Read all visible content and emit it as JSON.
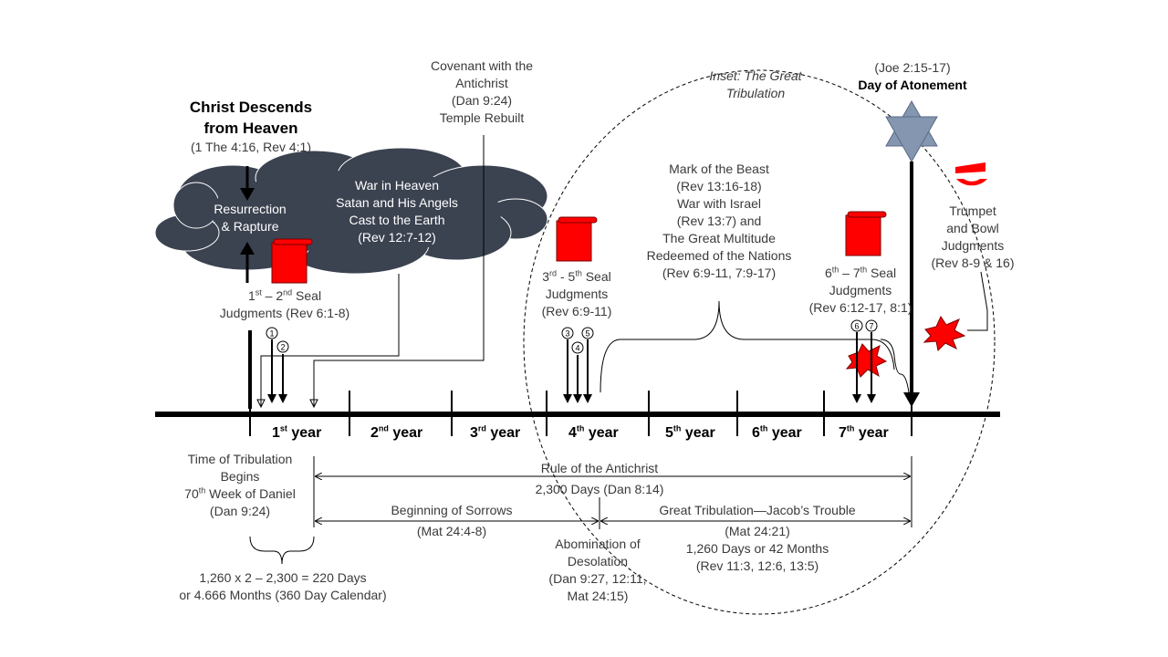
{
  "heading": {
    "christ_descends": "Christ Descends",
    "from_heaven": "from Heaven",
    "ref": "(1 The 4:16, Rev 4:1)"
  },
  "cloud": {
    "rapture_1": "Resurrection",
    "rapture_2": "& Rapture",
    "war_1": "War in Heaven",
    "war_2": "Satan and His Angels",
    "war_3": "Cast to the Earth",
    "war_4": "(Rev 12:7-12)"
  },
  "covenant": [
    "Covenant with the",
    "Antichrist",
    "(Dan 9:24)",
    "Temple Rebuilt"
  ],
  "inset": [
    "Inset: The Great",
    "Tribulation"
  ],
  "atonement": {
    "ref": "(Joe 2:15-17)",
    "title": "Day of Atonement"
  },
  "mark": [
    "Mark of the Beast",
    "(Rev 13:16-18)",
    "War with Israel",
    "(Rev 13:7) and",
    "The Great Multitude",
    "Redeemed of the Nations",
    "(Rev 6:9-11, 7:9-17)"
  ],
  "trumpet": [
    "Trumpet",
    "and Bowl",
    "Judgments",
    "(Rev 8-9 & 16)"
  ],
  "seal_1_2": {
    "n1": "1",
    "s1": "st",
    "dash": " – ",
    "n2": "2",
    "s2": "nd",
    "rest": " Seal",
    "line2": "Judgments (Rev 6:1-8)"
  },
  "seal_3_5": {
    "n1": "3",
    "s1": "rd",
    "dash": " - ",
    "n2": "5",
    "s2": "th",
    "rest": " Seal",
    "line2": "Judgments",
    "line3": "(Rev 6:9-11)"
  },
  "seal_6_7": {
    "n1": "6",
    "s1": "th",
    "dash": " – ",
    "n2": "7",
    "s2": "th",
    "rest": " Seal",
    "line2": "Judgments",
    "line3": "(Rev 6:12-17, 8:1)"
  },
  "seal_numbers": [
    "1",
    "2",
    "3",
    "4",
    "5",
    "6",
    "7"
  ],
  "years": [
    {
      "num": "1",
      "sup": "st",
      "word": " year"
    },
    {
      "num": "2",
      "sup": "nd",
      "word": " year"
    },
    {
      "num": "3",
      "sup": "rd",
      "word": " year"
    },
    {
      "num": "4",
      "sup": "th",
      "word": " year"
    },
    {
      "num": "5",
      "sup": "th",
      "word": " year"
    },
    {
      "num": "6",
      "sup": "th",
      "word": " year"
    },
    {
      "num": "7",
      "sup": "th",
      "word": " year"
    }
  ],
  "tribulation_begins": {
    "l1": "Time of Tribulation",
    "l2": "Begins",
    "l3a": "70",
    "l3s": "th",
    "l3b": " Week of Daniel",
    "l4": "(Dan 9:24)"
  },
  "rule": {
    "l1": "Rule of the Antichrist",
    "l2": "2,300 Days (Dan 8:14)"
  },
  "sorrows": {
    "l1": "Beginning of Sorrows",
    "l2": "(Mat 24:4-8)"
  },
  "great_trib": {
    "l1": "Great Tribulation—Jacob’s Trouble",
    "l2": "(Mat 24:21)",
    "l3": "1,260 Days or 42 Months",
    "l4": "(Rev 11:3, 12:6, 13:5)"
  },
  "abomination": [
    "Abomination of",
    "Desolation",
    "(Dan 9:27, 12:11,",
    "Mat 24:15)"
  ],
  "calc": [
    "1,260 x 2 – 2,300 = 220 Days",
    "or 4.666 Months (360 Day Calendar)"
  ],
  "colors": {
    "cloud": "#3b4250",
    "scroll": "#ff0000",
    "star": "#8496b0",
    "line": "#000000"
  }
}
